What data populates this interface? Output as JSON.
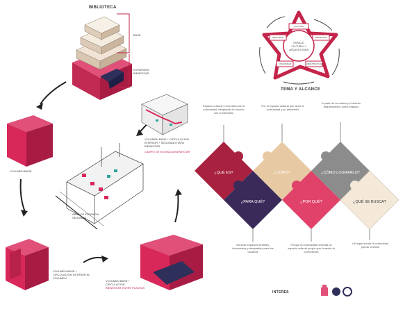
{
  "left": {
    "top_title": "BIBLIOTECA",
    "label_base": "BASE",
    "label_expand": "EXPANSIÓN BIENESTAR",
    "label_volume": "VOLUMEN BASE",
    "label_bottom_left": "VOLUMEN BASE + CIRCULACIÓN INTERIOR AL VOLUMEN",
    "label_bottom_mid_black": "VOLUMEN BASE + CIRCULACIÓN",
    "label_bottom_mid_red": "BIENESTAR ENTRE PLANTAS",
    "label_right_top_black": "VOLUMEN BASE + CIRCULACIÓN INTERIOR + SEGUNDA ETAPA BIENESTAR",
    "label_right_top_red": "CAMPO DE ESTANCIA BIENESTAR",
    "label_section": "AREA DE ESTANCIA SEGUNDA"
  },
  "theme": {
    "title": "TEMA Y ALCANCE",
    "center_label": "ESPACIO CULTURAL Y ARQUITECTURA",
    "petals": [
      "CULTURA",
      "BIENESTAR",
      "ARQUITECTURA",
      "COMUNIDAD",
      "IDENTIDAD"
    ]
  },
  "puzzle": {
    "pieces": [
      {
        "label": "¿QUÉ ES?",
        "color": "#a8213f"
      },
      {
        "label": "¿CÓMO?",
        "color": "#e7c9a3"
      },
      {
        "label": "¿CÓMO LOGRARLO?",
        "color": "#8c8c8c"
      },
      {
        "label": "¿PARA QUÉ?",
        "color": "#3a2a5a"
      },
      {
        "label": "¿POR QUÉ?",
        "color": "#e0426a"
      },
      {
        "label": "¿QUÉ SE BUSCA?",
        "color": "#f4e9d9"
      }
    ],
    "notes_top": [
      "Espacio cultural y recreativo de la comunidad, integrando la función con el bienestar",
      "Por el espacio cultural que tiene la comunidad y su desarrollo",
      "A partir de la cultura y el diseño arquitectónico como espacio"
    ],
    "notes_bottom": [
      "Generar espacios flexibles, funcionales y adaptables para los usuarios",
      "Porque la comunidad necesita un espacio cultural propio que fomente la convivencia",
      "Un lugar donde la comunidad pueda reunirse"
    ]
  },
  "footer": {
    "label": "INTERES"
  },
  "colors": {
    "crimson": "#d8285a",
    "crimson_dark": "#a81c44",
    "navy": "#2e2f5b",
    "teal": "#2aa39a",
    "gray": "#8c8c8c"
  }
}
